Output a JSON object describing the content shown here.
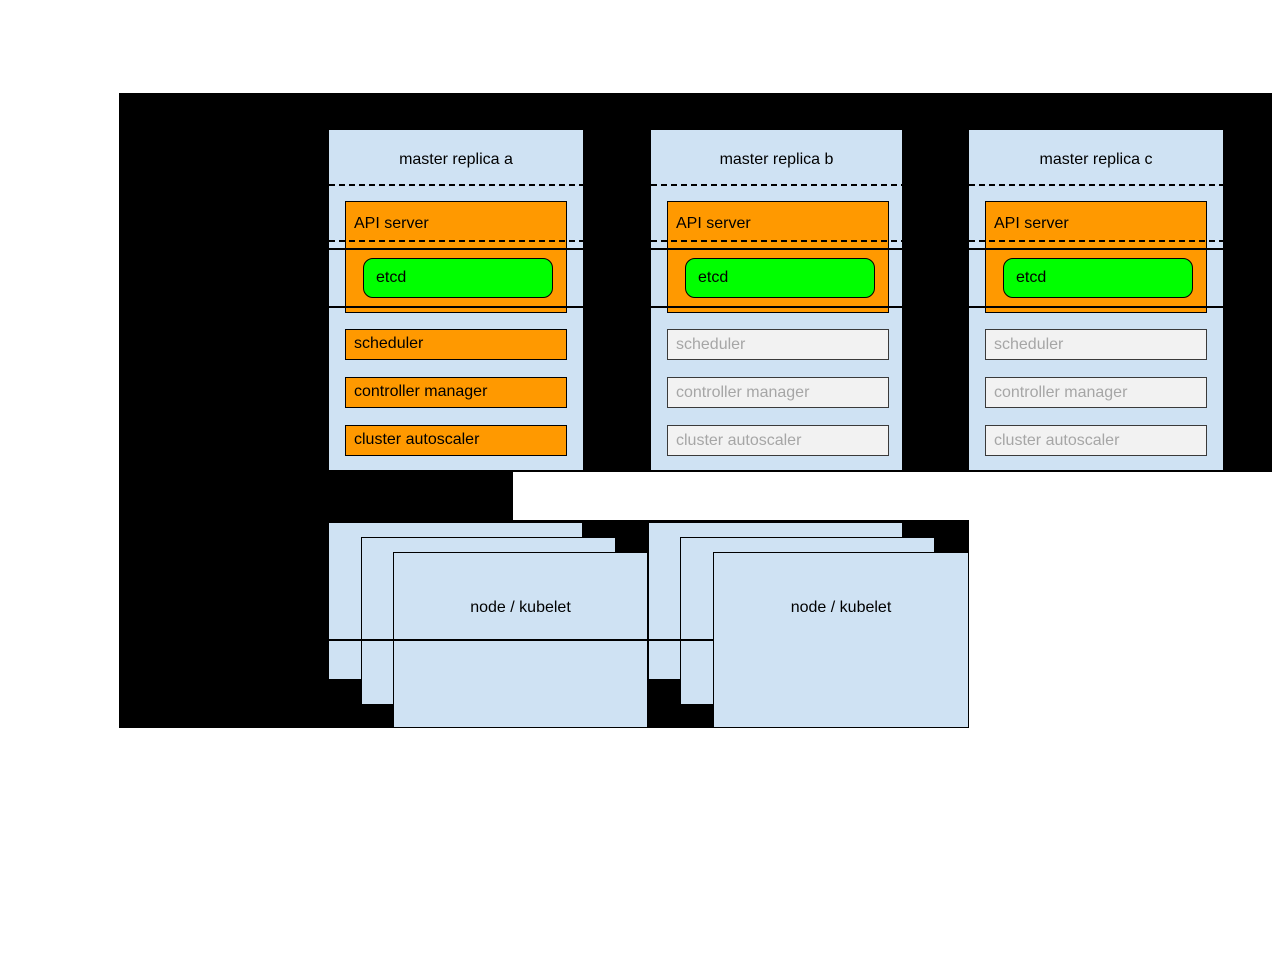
{
  "surface": {
    "page_background": "#ffffff",
    "diagram_background": "#000000"
  },
  "colors": {
    "box_blue": "#cfe2f3",
    "active_orange": "#ff9900",
    "etcd_green": "#00ff00",
    "inactive_fill": "#f2f2f2",
    "inactive_text": "#a6a6a6"
  },
  "masters": [
    {
      "title": "master replica a",
      "state": "active",
      "components": {
        "api_server": "API server",
        "etcd": "etcd",
        "scheduler": "scheduler",
        "controller_manager": "controller manager",
        "cluster_autoscaler": "cluster autoscaler"
      }
    },
    {
      "title": "master replica b",
      "state": "standby",
      "components": {
        "api_server": "API server",
        "etcd": "etcd",
        "scheduler": "scheduler",
        "controller_manager": "controller manager",
        "cluster_autoscaler": "cluster autoscaler"
      }
    },
    {
      "title": "master replica c",
      "state": "standby",
      "components": {
        "api_server": "API server",
        "etcd": "etcd",
        "scheduler": "scheduler",
        "controller_manager": "controller manager",
        "cluster_autoscaler": "cluster autoscaler"
      }
    }
  ],
  "node_stacks": [
    {
      "label": "node / kubelet"
    },
    {
      "label": "node / kubelet"
    }
  ]
}
